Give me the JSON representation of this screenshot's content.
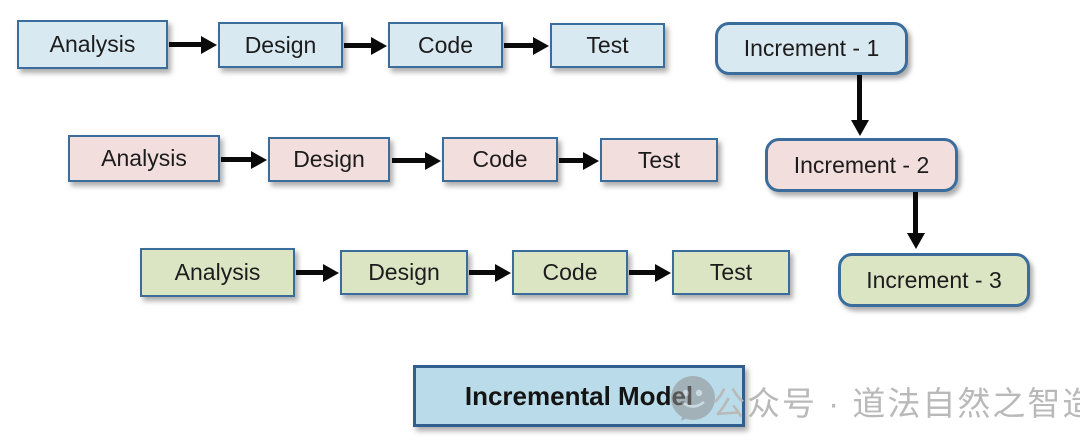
{
  "diagram": {
    "title": "Incremental Model",
    "rows": [
      {
        "increment": "Increment - 1",
        "steps": [
          "Analysis",
          "Design",
          "Code",
          "Test"
        ]
      },
      {
        "increment": "Increment - 2",
        "steps": [
          "Analysis",
          "Design",
          "Code",
          "Test"
        ]
      },
      {
        "increment": "Increment - 3",
        "steps": [
          "Analysis",
          "Design",
          "Code",
          "Test"
        ]
      }
    ],
    "colors": {
      "row1_fill": "#d9e9f2",
      "row2_fill": "#f2dedd",
      "row3_fill": "#dce5c3",
      "title_fill": "#badcea",
      "border": "#3a6d9c",
      "arrow": "#0a0a0a",
      "watermark": "#b9b9b9"
    }
  },
  "watermark": {
    "text": "公众号 · 道法自然之智造",
    "icon": "chat-bubble-icon"
  }
}
